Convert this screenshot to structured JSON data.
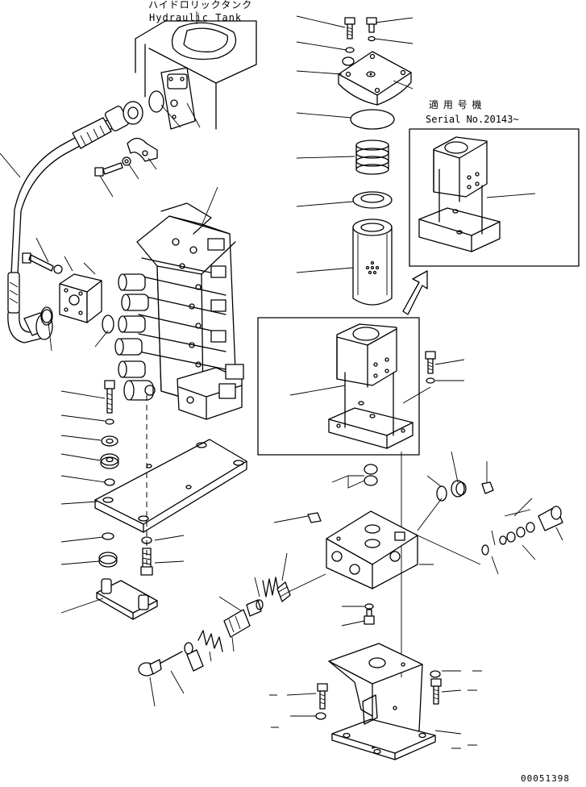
{
  "hydraulic_tank": {
    "label_jp": "ハイドロリックタンク",
    "label_en": "Hydraulic Tank"
  },
  "serial_note": {
    "label_jp": "適 用 号 機",
    "label_en": "Serial No.20143~"
  },
  "drawing_number": "00051398"
}
